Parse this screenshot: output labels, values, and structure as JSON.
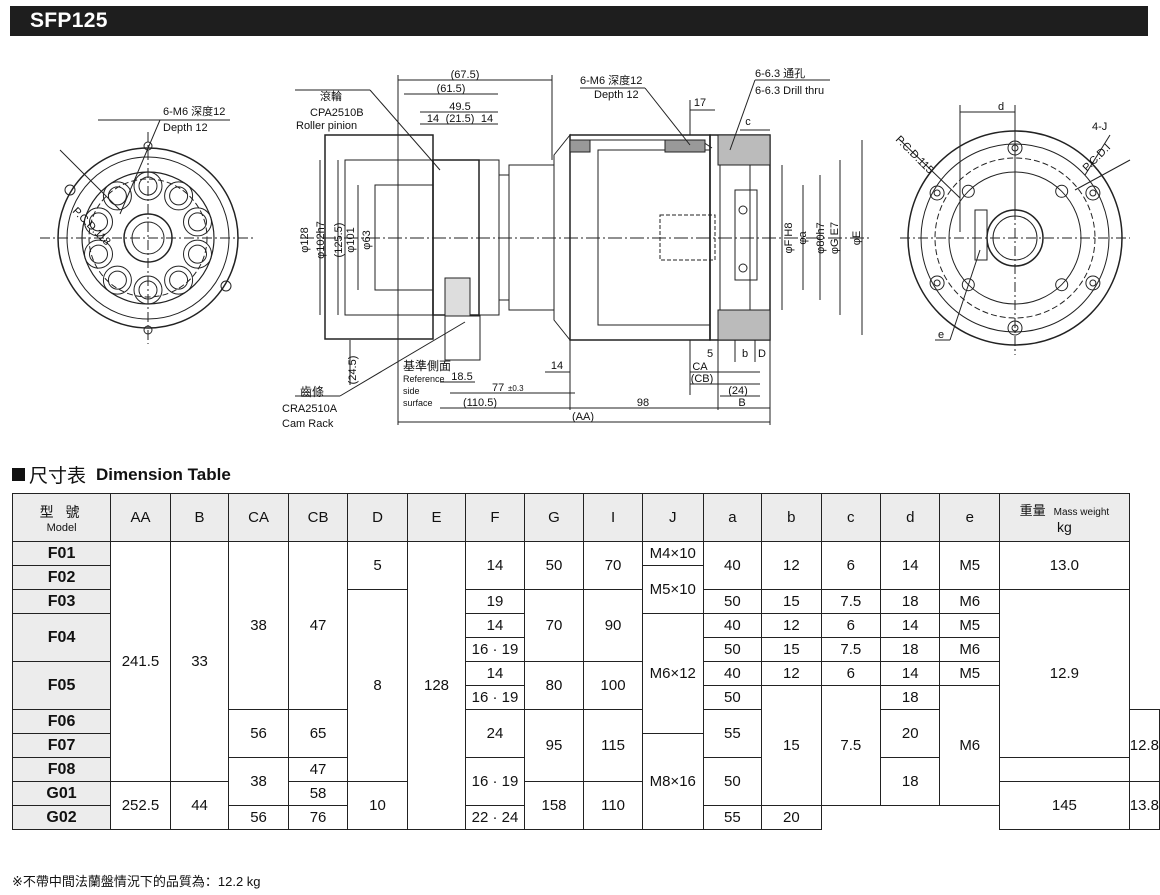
{
  "title": "SFP125",
  "drawing": {
    "front_left": {
      "pcd": "P.C.D.118",
      "tap_jp": "6-M6 深度12",
      "tap_en": "Depth 12"
    },
    "side": {
      "d675": "(67.5)",
      "d615": "(61.5)",
      "d495": "49.5",
      "d14a": "14",
      "d215": "(21.5)",
      "d14b": "14",
      "d17": "17",
      "c": "c",
      "tap_jp": "6-M6 深度12",
      "tap_en": "Depth 12",
      "drill_jp": "6-6.3 通孔",
      "drill_en": "6-6.3 Drill thru",
      "pinion_jp": "滾輪",
      "pinion_code": "CPA2510B",
      "pinion_en": "Roller pinion",
      "dia128": "φ128",
      "dia102": "φ102h7",
      "dia1255": "(125.5)",
      "dia101": "φ101",
      "dia63": "φ63",
      "diaF": "φF H8",
      "diaA": "φa",
      "dia80": "φ80h7",
      "diaG": "φG E7",
      "diaE": "φE",
      "d245": "(24.5)",
      "ref_jp": "基準側面",
      "ref_en1": "Reference",
      "ref_en2": "side",
      "ref_en3": "surface",
      "d185": "18.5",
      "d14c": "14",
      "d77": "77",
      "tol": "±0.3",
      "d1105": "(110.5)",
      "d98": "98",
      "dAA": "(AA)",
      "d5": "5",
      "b": "b",
      "D": "D",
      "CA": "CA",
      "CB": "(CB)",
      "d24": "(24)",
      "B": "B",
      "rack_jp": "齒條",
      "rack_code": "CRA2510A",
      "rack_en": "Cam Rack"
    },
    "front_right": {
      "d": "d",
      "pcd115": "P.C.D.115",
      "pcdi": "P.C.D.I",
      "j": "4-J",
      "e": "e"
    }
  },
  "table": {
    "heading_jp": "尺寸表",
    "heading_en": "Dimension Table",
    "headers": {
      "model_jp": "型 號",
      "model_en": "Model",
      "AA": "AA",
      "B": "B",
      "CA": "CA",
      "CB": "CB",
      "D": "D",
      "E": "E",
      "F": "F",
      "G": "G",
      "I": "I",
      "J": "J",
      "a": "a",
      "b": "b",
      "c": "c",
      "d": "d",
      "e": "e",
      "weight_jp": "重量",
      "weight_en": "Mass weight",
      "weight_unit": "kg"
    },
    "models": [
      "F01",
      "F02",
      "F03",
      "F04",
      "F05",
      "F06",
      "F07",
      "F08",
      "G01",
      "G02"
    ],
    "AA": [
      "241.5",
      "252.5"
    ],
    "B": [
      "33",
      "44"
    ],
    "CA": [
      "38",
      "56",
      "38",
      "56"
    ],
    "CB": [
      "47",
      "65",
      "47",
      "58",
      "76"
    ],
    "D": [
      "5",
      "8",
      "10"
    ],
    "E": [
      "128",
      "158"
    ],
    "F": [
      "14",
      "19",
      "14",
      "16 · 19",
      "14",
      "16 · 19",
      "24",
      "16 · 19",
      "22 · 24"
    ],
    "G": [
      "50",
      "70",
      "80",
      "95",
      "110"
    ],
    "I": [
      "70",
      "90",
      "100",
      "115",
      "145"
    ],
    "J": [
      "M4×10",
      "M5×10",
      "M6×12",
      "M8×16"
    ],
    "a": [
      "40",
      "50",
      "40",
      "50",
      "40",
      "50",
      "55",
      "50",
      "55"
    ],
    "b": [
      "12",
      "15",
      "12",
      "15",
      "12",
      "15"
    ],
    "c": [
      "6",
      "7.5",
      "6",
      "7.5",
      "6",
      "7.5"
    ],
    "d": [
      "14",
      "18",
      "14",
      "18",
      "14",
      "18",
      "20",
      "18",
      "20"
    ],
    "e": [
      "M5",
      "M6",
      "M5",
      "M6",
      "M5",
      "M6"
    ],
    "weight": [
      "13.0",
      "12.9",
      "12.8",
      "13.8"
    ]
  },
  "footnote": "※不帶中間法蘭盤情況下的品質為：12.2 kg"
}
